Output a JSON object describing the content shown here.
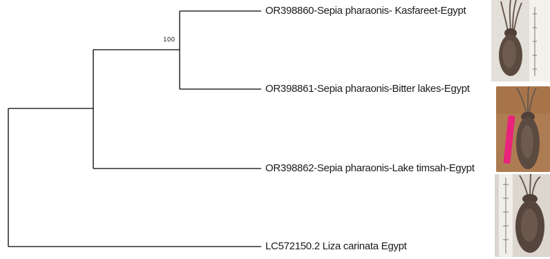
{
  "tree": {
    "bootstrap": "100",
    "leaves": [
      {
        "label": "OR398860-Sepia pharaonis- Kasfareet-Egypt"
      },
      {
        "label": "OR398861-Sepia pharaonis-Bitter lakes-Egypt"
      },
      {
        "label": "OR398862-Sepia pharaonis-Lake timsah-Egypt"
      },
      {
        "label": "LC572150.2 Liza carinata Egypt"
      }
    ]
  },
  "colors": {
    "branch": "#000000",
    "wood": "#a8754a",
    "cuttlefish": "#5b4a40",
    "ruler": "#efefe8",
    "pink_marker": "#e8247c"
  }
}
